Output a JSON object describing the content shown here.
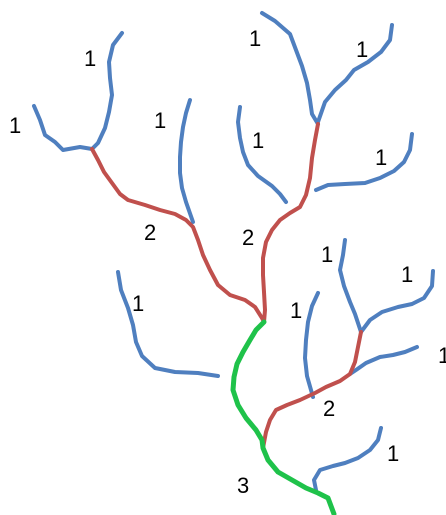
{
  "colors": {
    "order1": "#4F7FBF",
    "order2": "#C0504D",
    "order3": "#1FC24A",
    "label": "#000000"
  },
  "labels": {
    "l01": "1",
    "l02": "1",
    "l03": "1",
    "l04": "1",
    "l05": "1",
    "l06": "1",
    "l07": "1",
    "l08": "1",
    "l09": "1",
    "l10": "1",
    "l11": "1",
    "l12": "1",
    "l13": "1",
    "l14": "2",
    "l15": "2",
    "l16": "2",
    "l17": "3"
  }
}
